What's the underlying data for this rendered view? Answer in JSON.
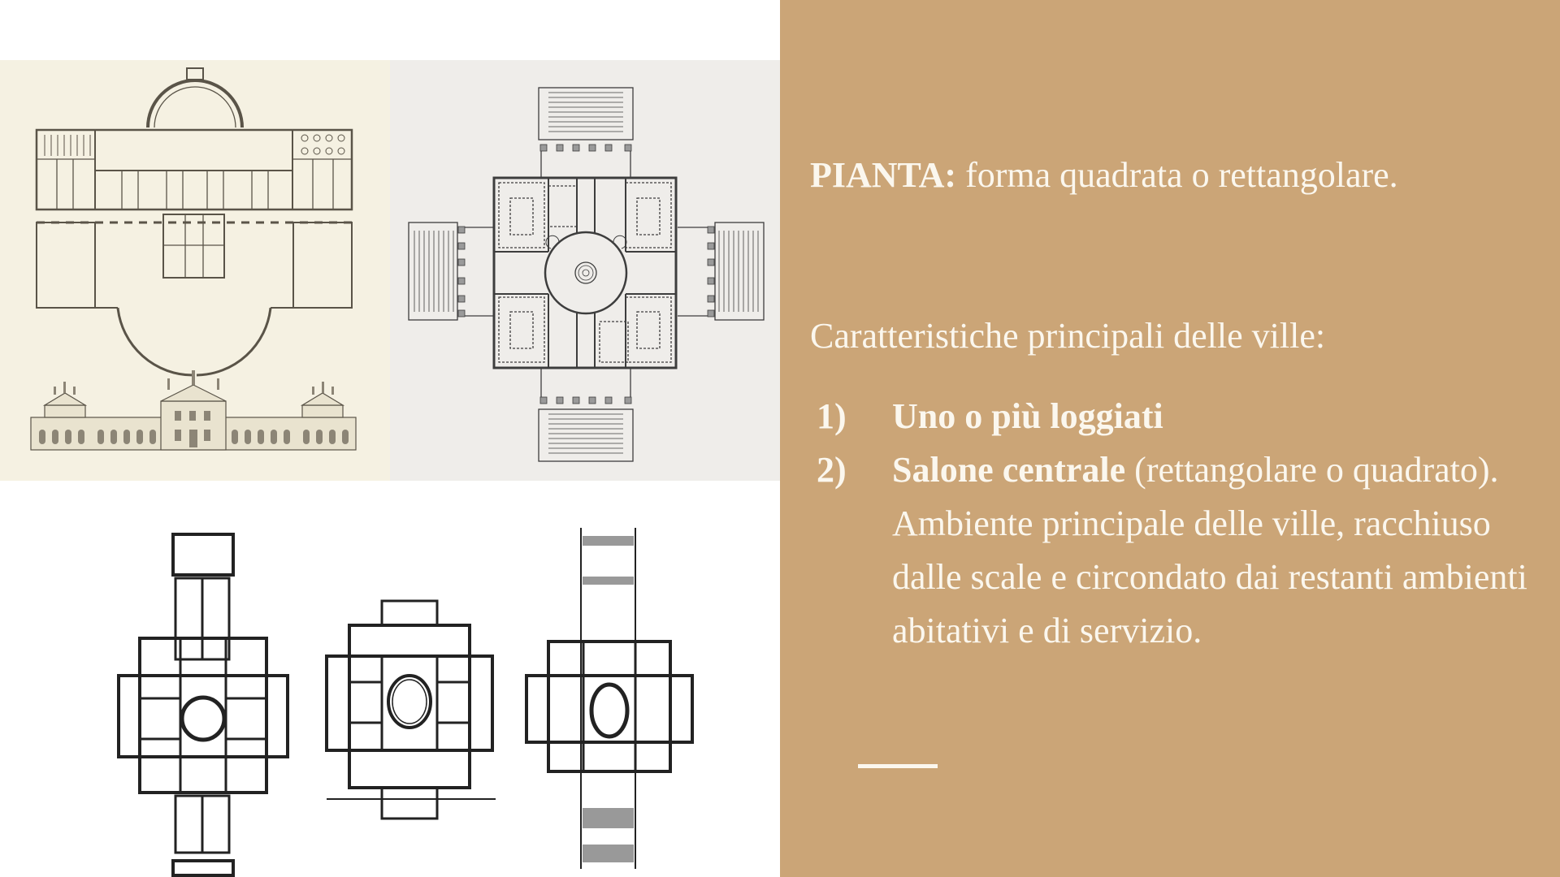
{
  "slide": {
    "background": "#ffffff",
    "panel_color": "#cba577",
    "text_color": "#fbf7ee"
  },
  "images": [
    {
      "name": "villa-badoer-plan-elevation",
      "description": "Floor plan with semicircular exedra and front elevation with statues"
    },
    {
      "name": "villa-rotonda-plan",
      "description": "Cross-shaped plan with central round hall and four porticoes with stairs"
    },
    {
      "name": "three-villa-plans",
      "description": "Three engraved cross-shaped villa plans with central hall"
    }
  ],
  "text": {
    "pianta_label": "PIANTA:",
    "pianta_text": " forma quadrata o rettangolare.",
    "intro": "Caratteristiche principali delle ville:",
    "list": [
      {
        "num": "1)",
        "bold": "Uno o più loggiati",
        "rest": ""
      },
      {
        "num": "2)",
        "bold": "Salone centrale",
        "rest": " (rettangolare o quadrato). Ambiente principale delle ville, racchiuso dalle scale e circondato dai restanti ambienti abitativi e di servizio."
      }
    ]
  }
}
